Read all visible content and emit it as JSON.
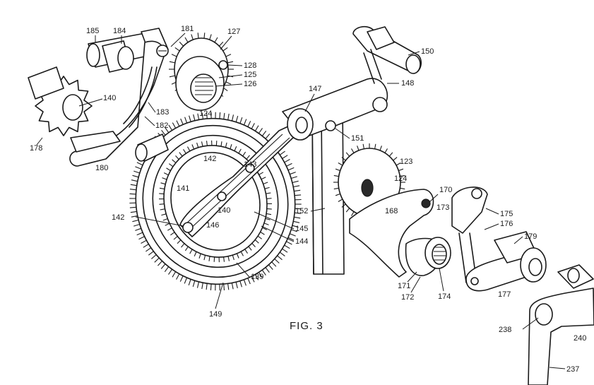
{
  "figure": {
    "caption": "FIG. 3"
  },
  "labels": [
    "185",
    "184",
    "181",
    "127",
    "128",
    "125",
    "126",
    "124",
    "140",
    "183",
    "182",
    "178",
    "180",
    "147",
    "148",
    "150",
    "151",
    "142",
    "143",
    "141",
    "140",
    "146",
    "145",
    "144",
    "139",
    "149",
    "152",
    "123",
    "124",
    "170",
    "168",
    "173",
    "175",
    "176",
    "179",
    "171",
    "172",
    "174",
    "177",
    "238",
    "240",
    "237"
  ]
}
